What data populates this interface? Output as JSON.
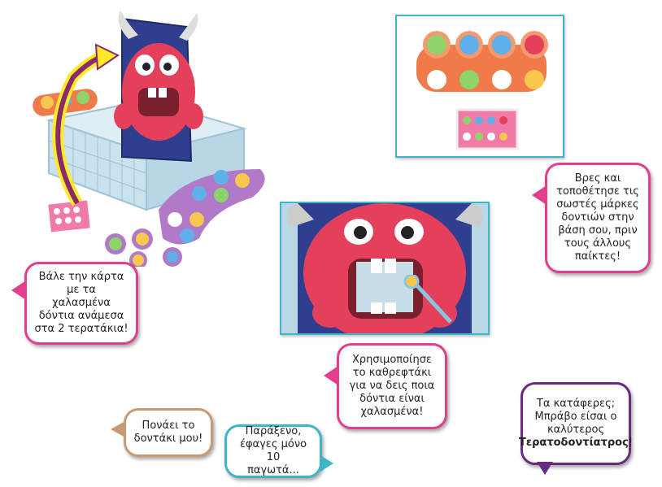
{
  "colors": {
    "pink": "#e23e8e",
    "cyan": "#3fb6c6",
    "tan": "#c89a74",
    "purple": "#6a2a80",
    "monster": "#e4405c",
    "orange": "#f07a4a",
    "mauve": "#b07ac8"
  },
  "bubbles": {
    "place_card": "Βάλε την κάρτα\nμε τα\nχαλασμένα\nδόντια ανάμεσα\nστα 2 τερατάκια!",
    "find_place": "Βρες και\nτοποθέτησε τις\nσωστές μάρκες\nδοντιών στην\nβάση σου, πριν\nτους άλλους\nπαίκτες!",
    "use_mirror": "Χρησιμοποίησε\nτο καθρεφτάκι\nγια να δεις ποια\nδόντια είναι\nχαλασμένα!",
    "tooth_hurts": "Πονάει το\nδοντάκι μου!",
    "ice_cream": "Παράξενο,\nέφαγες μόνο 10\nπαγωτά...",
    "success_line1": "Τα κατάφερες;",
    "success_line2": "Μπράβο είσαι ο",
    "success_line3": "καλύτερος",
    "success_bold": "Τερατοδοντίατρος",
    "success_end": "!"
  },
  "icons": [
    "monster-game-box-image",
    "tooth-tokens-image",
    "monster-closeup-image",
    "mirror-tool-icon",
    "tooth-card-image",
    "curved-arrow-icon"
  ]
}
